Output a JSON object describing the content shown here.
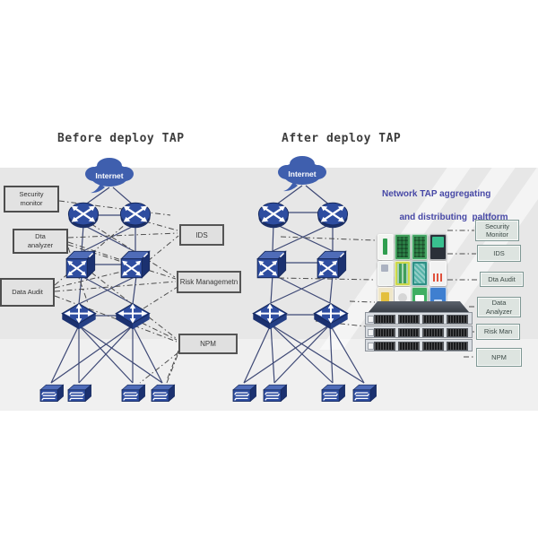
{
  "diagram": {
    "before": {
      "title": "Before deploy TAP",
      "cloud": "Internet",
      "side_labels": [
        "Security\nmonitor",
        "Dta\nanalyzer",
        "Data Audit"
      ],
      "monitor_boxes": [
        "IDS",
        "Risk Managemetn",
        "NPM"
      ]
    },
    "after": {
      "title": "After deploy TAP",
      "cloud": "Internet",
      "caption_line1": "Network TAP aggregating",
      "caption_line2": "and distributing  paltform",
      "tool_labels": [
        "Security\nMonitor",
        "IDS",
        "Dta Audit",
        "Data\nAnalyzer",
        "Risk Man",
        "NPM"
      ]
    },
    "tap_platform": {
      "modules": [
        {
          "name": "probe-module",
          "bg": "#f2f4f1",
          "accent": "#2f9e4f"
        },
        {
          "name": "circuit-board-module",
          "bg": "#3f9e5a",
          "accent": "#2a7f45"
        },
        {
          "name": "circuit-board-module",
          "bg": "#45a566",
          "accent": "#2f8549"
        },
        {
          "name": "analyzer-screen-module",
          "bg": "#2b3039",
          "accent": "#39c08f"
        },
        {
          "name": "sensor-module",
          "bg": "#eef0ef",
          "accent": "#9aa3b5"
        },
        {
          "name": "striped-module",
          "bg": "#cdd84a",
          "accent": "#3f9e5a"
        },
        {
          "name": "mesh-module",
          "bg": "#2f8f85",
          "accent": "#57b3a9"
        },
        {
          "name": "chart-module",
          "bg": "#f2f2f2",
          "accent": "#e0523d"
        },
        {
          "name": "doc-module",
          "bg": "#efe6c8",
          "accent": "#e3bf3e"
        },
        {
          "name": "blank-module",
          "bg": "#f4f4f4",
          "accent": "#c9c9c9"
        },
        {
          "name": "mail-module",
          "bg": "#3fae62",
          "accent": "#ffffff"
        },
        {
          "name": "cloud-app-module",
          "bg": "#3f7fd0",
          "accent": "#d7e7fa"
        }
      ],
      "rack_units": 3
    },
    "icons": {
      "internet_cloud": "cloud-bubble",
      "router": "crossed-arrows-sphere",
      "core_switch": "crossed-arrows-cube",
      "distribution_switch": "cross-arrows-diamond",
      "access_switch": "squiggle-lines-box"
    },
    "colors": {
      "node_blue": "#2e4da0",
      "cloud_blue": "#3f5fae",
      "link": "#3d4875",
      "dash_line": "#4c4c4c",
      "caption_blue": "#4748a6",
      "band_gray": "#e7e7e7",
      "tool_box_fill": "#dde4e0",
      "tool_box_border": "#7f9894"
    }
  }
}
